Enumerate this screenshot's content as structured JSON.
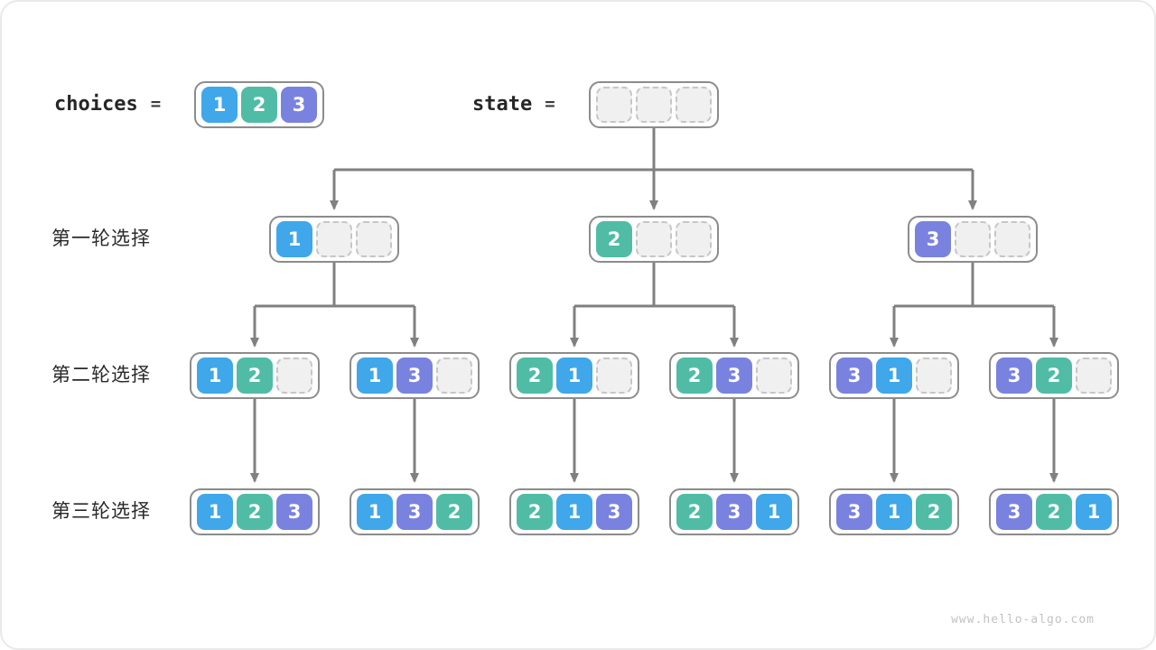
{
  "page": {
    "watermark": "www.hello-algo.com"
  },
  "colors": {
    "slot_1": "#3FA7EA",
    "slot_2": "#50BCA6",
    "slot_3": "#7A82DF",
    "arrow": "#808080"
  },
  "header": {
    "choices_label": "choices",
    "choices_equals": "=",
    "choices_values": [
      "1",
      "2",
      "3"
    ],
    "state_label": "state",
    "state_equals": "=",
    "state_values": [
      "",
      "",
      ""
    ]
  },
  "row_labels": [
    "第一轮选择",
    "第二轮选择",
    "第三轮选择"
  ],
  "tree": {
    "level1": [
      [
        "1",
        "",
        ""
      ],
      [
        "2",
        "",
        ""
      ],
      [
        "3",
        "",
        ""
      ]
    ],
    "level2": [
      [
        "1",
        "2",
        ""
      ],
      [
        "1",
        "3",
        ""
      ],
      [
        "2",
        "1",
        ""
      ],
      [
        "2",
        "3",
        ""
      ],
      [
        "3",
        "1",
        ""
      ],
      [
        "3",
        "2",
        ""
      ]
    ],
    "level3": [
      [
        "1",
        "2",
        "3"
      ],
      [
        "1",
        "3",
        "2"
      ],
      [
        "2",
        "1",
        "3"
      ],
      [
        "2",
        "3",
        "1"
      ],
      [
        "3",
        "1",
        "2"
      ],
      [
        "3",
        "2",
        "1"
      ]
    ]
  }
}
